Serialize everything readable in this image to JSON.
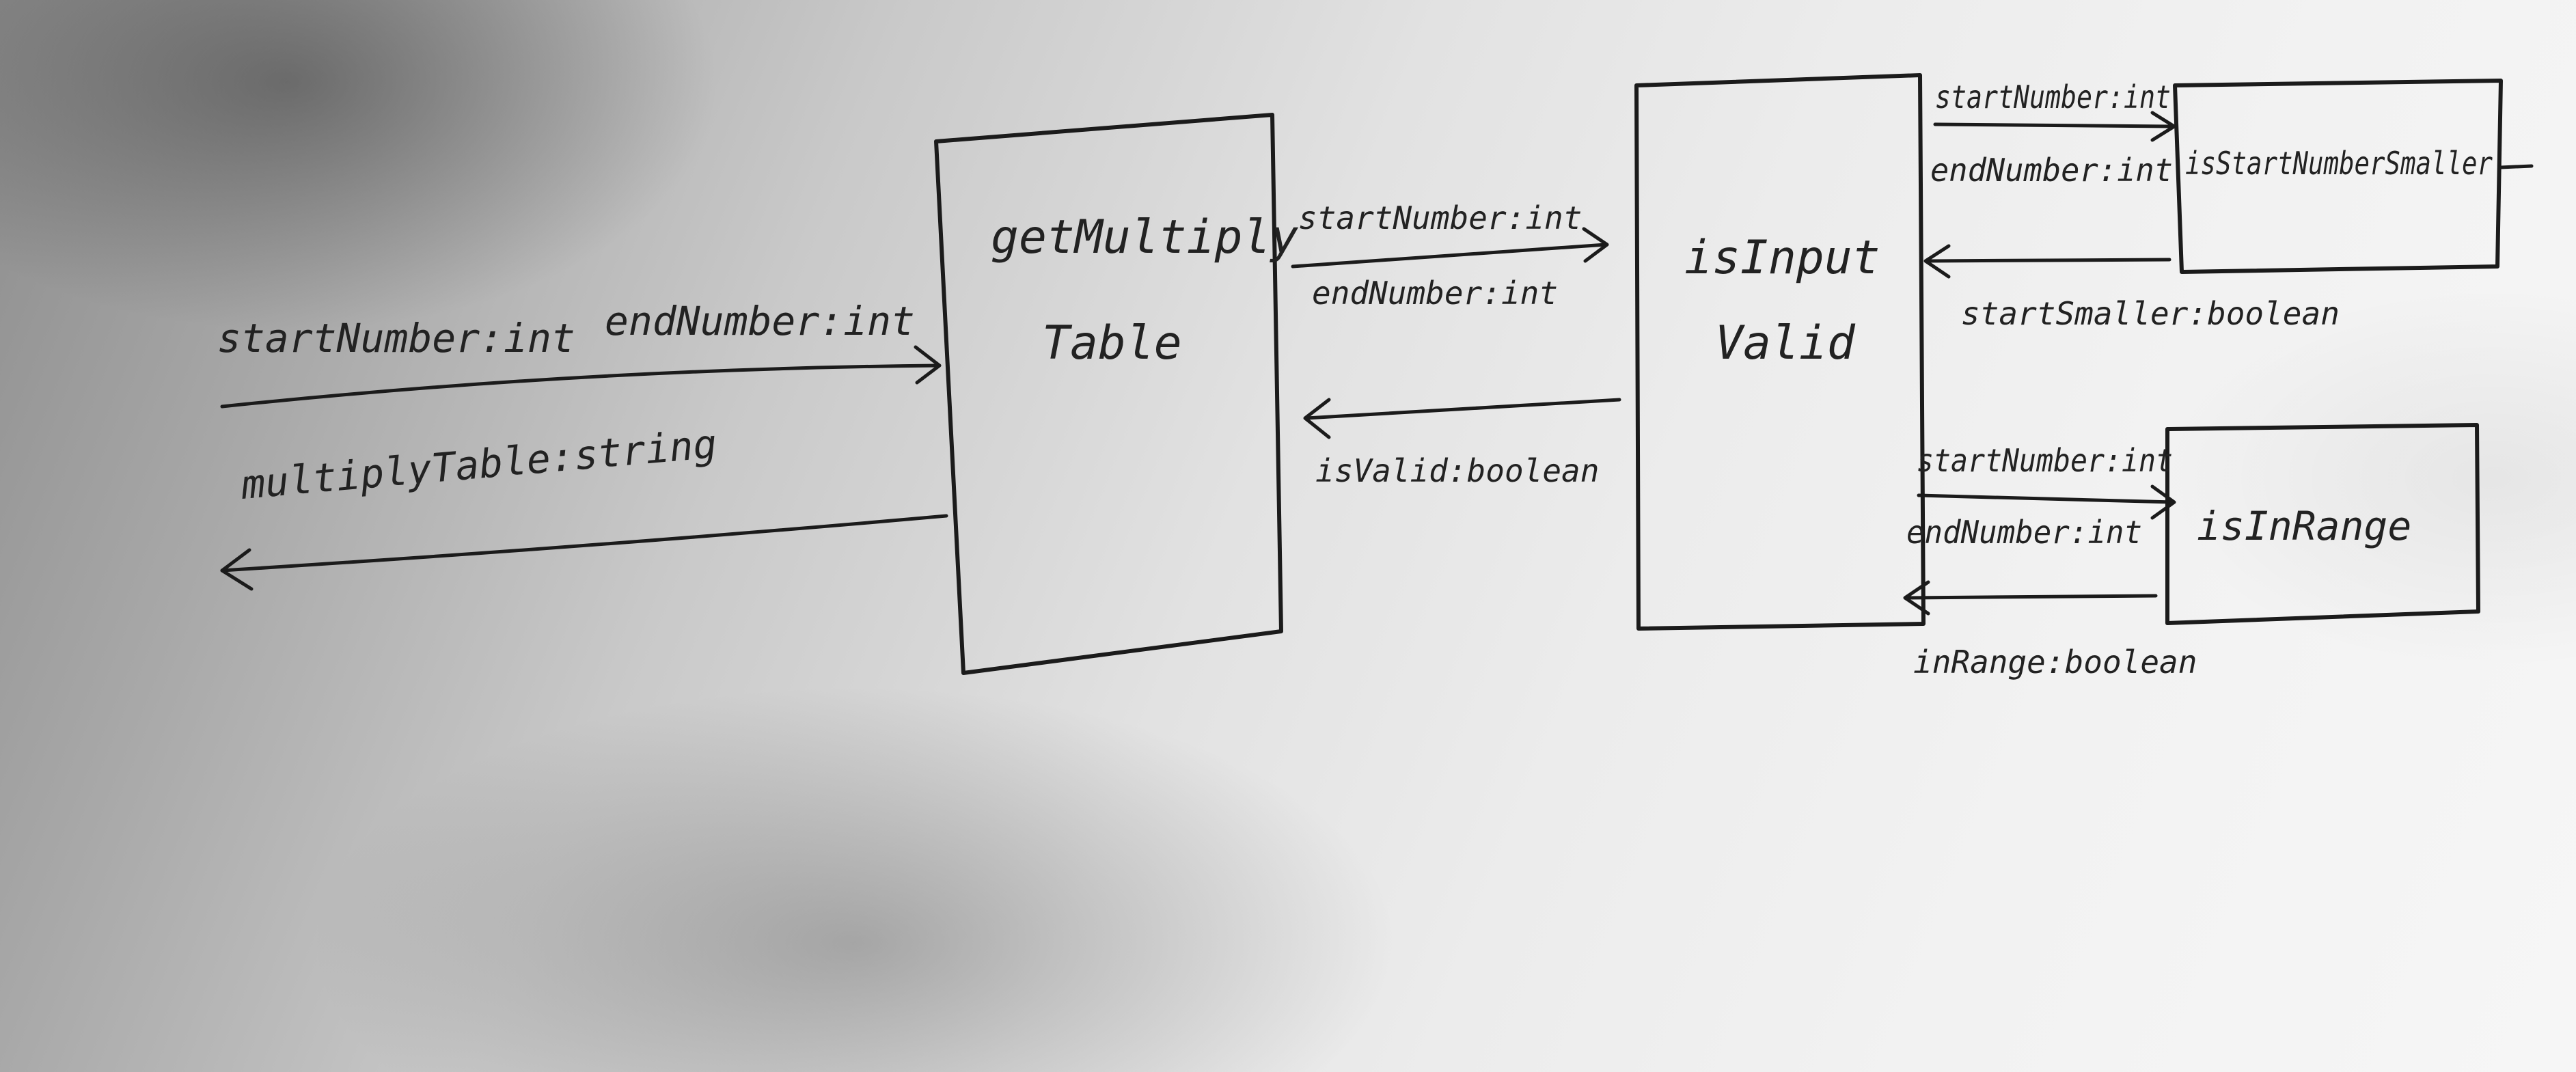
{
  "diagram": {
    "boxes": {
      "get_multiply_table": {
        "line1": "getMultiply",
        "line2": "Table"
      },
      "is_input_valid": {
        "line1": "isInput",
        "line2": "Valid"
      },
      "is_start_number_smaller": {
        "label": "isStartNumberSmaller"
      },
      "is_in_range": {
        "label": "isInRange"
      }
    },
    "edges": {
      "main_in_start": "startNumber:int",
      "main_in_end": "endNumber:int",
      "main_out": "multiplyTable:string",
      "valid_in_start": "startNumber:int",
      "valid_in_end": "endNumber:int",
      "valid_out": "isValid:boolean",
      "smaller_in_start": "startNumber:int",
      "smaller_in_end": "endNumber:int",
      "smaller_out": "startSmaller:boolean",
      "range_in_start": "startNumber:int",
      "range_in_end": "endNumber:int",
      "range_out": "inRange:boolean"
    }
  }
}
